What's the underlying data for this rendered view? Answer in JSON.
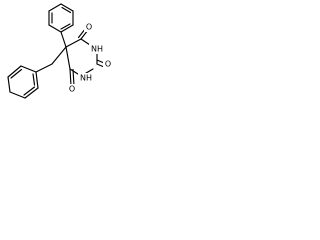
{
  "molecule": {
    "atoms": {
      "o_upper": "O",
      "nh_upper": "NH",
      "o_right": "O",
      "nh_lower": "NH",
      "o_lower": "O"
    }
  },
  "colors": {
    "bond": "#000000",
    "text": "#000000",
    "background": "#ffffff"
  }
}
